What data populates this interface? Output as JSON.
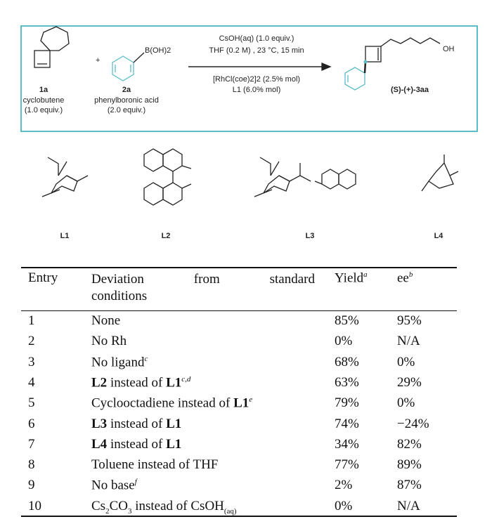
{
  "scheme": {
    "reactant1": {
      "id": "1a",
      "name": "cyclobutene",
      "amount": "(1.0 equiv.)"
    },
    "reactant2": {
      "id": "2a",
      "name": "phenylboronic acid",
      "amount": "(2.0 equiv.)",
      "group": "B(OH)2"
    },
    "plus": "+",
    "conditions_above": [
      "CsOH(aq) (1.0 equiv.)",
      "THF (0.2 M) , 23 °C, 15 min"
    ],
    "conditions_below": [
      "[RhCl(coe)2]2 (2.5% mol)",
      "L1 (6.0% mol)"
    ],
    "product": {
      "id": "(S)-(+)-3aa",
      "group": "OH"
    },
    "accent_color": "#5cbdc6"
  },
  "ligands": [
    "L1",
    "L2",
    "L3",
    "L4"
  ],
  "table": {
    "headers": {
      "entry": "Entry",
      "deviation": "Deviation from standard conditions",
      "yield": "Yield",
      "yield_note": "a",
      "ee": "ee",
      "ee_note": "b"
    },
    "rows": [
      {
        "entry": "1",
        "deviation": "None",
        "yield": "85%",
        "ee": "95%"
      },
      {
        "entry": "2",
        "deviation": "No Rh",
        "yield": "0%",
        "ee": "N/A"
      },
      {
        "entry": "3",
        "deviation": "No ligand",
        "note": "c",
        "yield": "68%",
        "ee": "0%"
      },
      {
        "entry": "4",
        "deviation": "L2 instead of L1",
        "note": "c,d",
        "yield": "63%",
        "ee": "29%"
      },
      {
        "entry": "5",
        "deviation": "Cyclooctadiene instead of L1",
        "note": "e",
        "yield": "79%",
        "ee": "0%"
      },
      {
        "entry": "6",
        "deviation": "L3 instead of L1",
        "yield": "74%",
        "ee": "−24%"
      },
      {
        "entry": "7",
        "deviation": "L4 instead of L1",
        "yield": "34%",
        "ee": "82%"
      },
      {
        "entry": "8",
        "deviation": "Toluene instead of THF",
        "yield": "77%",
        "ee": "89%"
      },
      {
        "entry": "9",
        "deviation": "No base",
        "note": "f",
        "yield": "2%",
        "ee": "87%"
      },
      {
        "entry": "10",
        "deviation": "Cs2CO3 instead of CsOH(aq)",
        "yield": "0%",
        "ee": "N/A"
      }
    ]
  }
}
